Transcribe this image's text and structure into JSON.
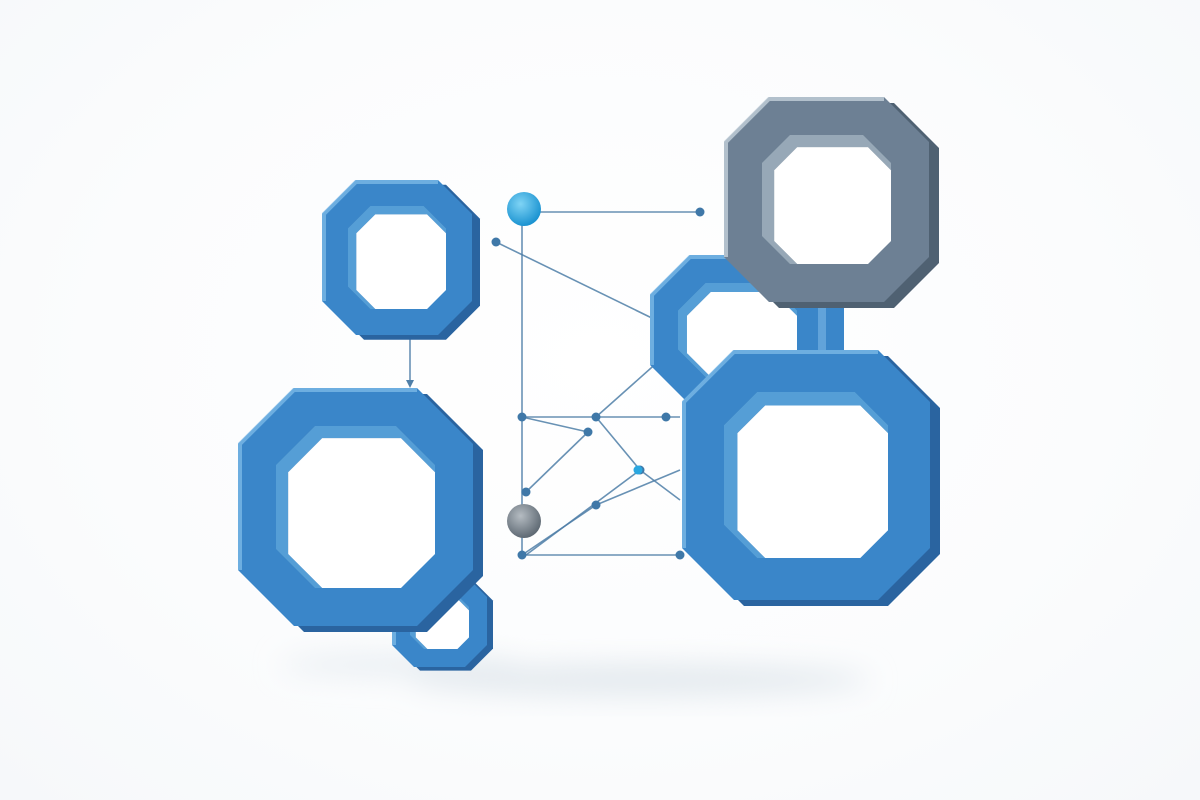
{
  "scene": {
    "description_free": true,
    "colors": {
      "blue_front": "#3a86c9",
      "blue_side": "#2a64a0",
      "blue_inner": "#5aa4dc",
      "blue_bevel": "#7bb8e6",
      "gray_front": "#6d8094",
      "gray_side": "#4f6172",
      "gray_inner": "#9fb0bf",
      "gray_bevel": "#c3cfda",
      "line": "#4f7fa8",
      "node": "#3f78a8",
      "cyan_node": "#2aa7e0",
      "gray_node": "#7d8790",
      "shadow": "#dfe6ec"
    },
    "frames": [
      {
        "name": "frame-top-left",
        "tone": "blue"
      },
      {
        "name": "frame-large-left",
        "tone": "blue"
      },
      {
        "name": "frame-small-bottom",
        "tone": "blue"
      },
      {
        "name": "frame-middle-right",
        "tone": "blue"
      },
      {
        "name": "frame-gray-top-right",
        "tone": "gray"
      },
      {
        "name": "frame-large-right",
        "tone": "blue"
      }
    ]
  }
}
